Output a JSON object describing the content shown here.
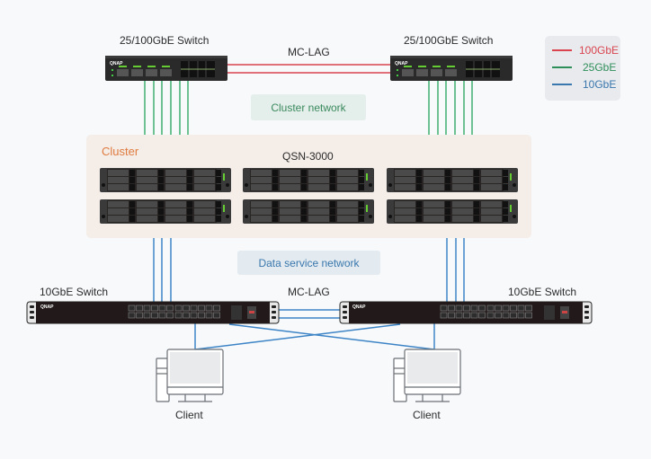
{
  "diagram": {
    "colors": {
      "link_100gbe": "#d9444f",
      "link_25gbe": "#3fae6f",
      "link_10gbe": "#3d84c6"
    },
    "top_switches": {
      "left_label": "25/100GbE Switch",
      "right_label": "25/100GbE Switch",
      "mc_lag_label": "MC-LAG",
      "brand": "QNAP"
    },
    "cluster_network_label": "Cluster network",
    "cluster": {
      "label": "Cluster",
      "model": "QSN-3000",
      "node_count": 6
    },
    "data_service_network_label": "Data service network",
    "bottom_switches": {
      "left_label": "10GbE Switch",
      "right_label": "10GbE Switch",
      "mc_lag_label": "MC-LAG",
      "brand": "QNAP"
    },
    "clients": [
      {
        "label": "Client"
      },
      {
        "label": "Client"
      }
    ],
    "legend": [
      {
        "label": "100GbE",
        "color": "#d9444f"
      },
      {
        "label": "25GbE",
        "color": "#2f8f5a"
      },
      {
        "label": "10GbE",
        "color": "#3a77ad"
      }
    ]
  }
}
